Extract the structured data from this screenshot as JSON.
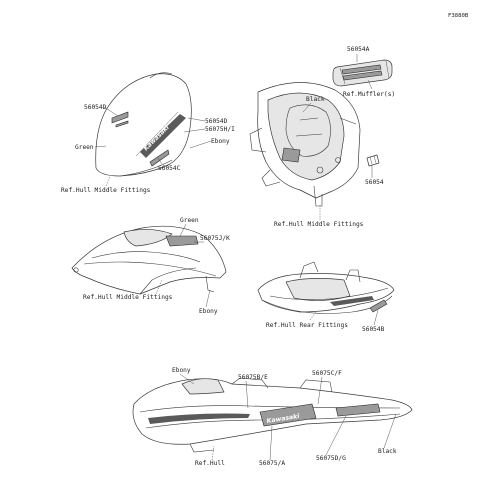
{
  "figure_id": "F3880B",
  "labels": {
    "p56054A": "56054A",
    "muffler": "Ref.Muffler(s)",
    "black_top": "Black",
    "p56054_mid": "56054",
    "hull_mid_1": "Ref.Hull Middle Fittings",
    "p56054D_left": "56054D",
    "p56054D_right": "56054D",
    "p56075HI": "56075H/I",
    "ebony_1": "Ebony",
    "green_1": "Green",
    "p56054C": "56054C",
    "hull_mid_2": "Ref.Hull Middle Fittings",
    "green_2": "Green",
    "p56075JK": "56075J/K",
    "hull_mid_3": "Ref.Hull Middle Fittings",
    "ebony_2": "Ebony",
    "hull_rear": "Ref.Hull Rear Fittings",
    "p56054B": "56054B",
    "ebony_3": "Ebony",
    "p56075BE": "56075B/E",
    "p56075CF": "56075C/F",
    "hull": "Ref.Hull",
    "p56075A": "56075/A",
    "p56075DG": "56075D/G",
    "black_bottom": "Black"
  },
  "decals": {
    "brand_upper": "Kawasaki",
    "brand_lower": "Kawasaki"
  }
}
